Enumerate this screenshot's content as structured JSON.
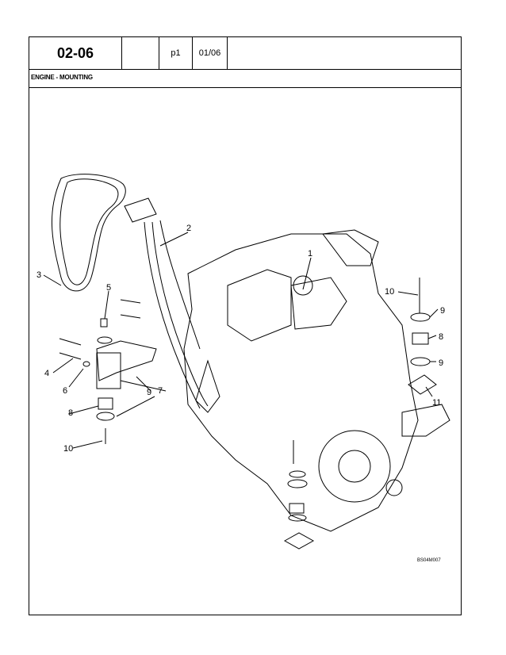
{
  "header": {
    "section": "02-06",
    "blank": "",
    "page": "p1",
    "date": "01/06"
  },
  "title": "ENGINE - MOUNTING",
  "figure": {
    "reference_code": "BS04M007",
    "callouts": [
      "1",
      "2",
      "3",
      "4",
      "5",
      "6",
      "7",
      "8",
      "9",
      "9",
      "9",
      "10",
      "10",
      "11",
      "8"
    ]
  }
}
